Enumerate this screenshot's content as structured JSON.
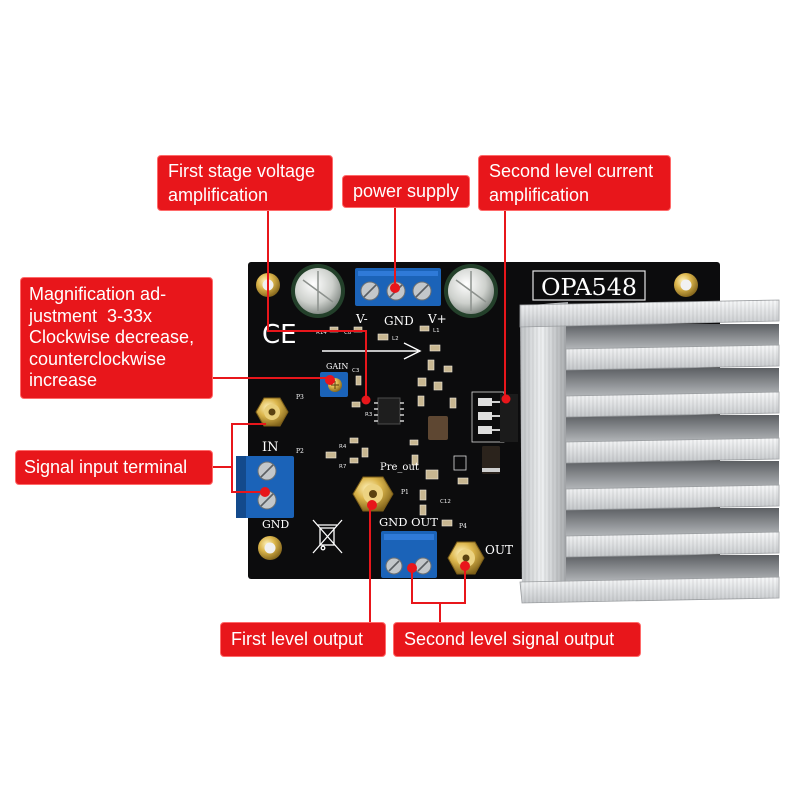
{
  "colors": {
    "callout_red": "#e8161b",
    "callout_text": "#ffffff",
    "pcb": "#0c0c0d",
    "terminal_blue": "#1b63b8",
    "silkscreen": "#ffffff"
  },
  "callouts": {
    "first_stage": [
      "First stage voltage",
      "amplification"
    ],
    "power_supply": "power supply",
    "second_level_current": [
      "Second level current",
      "amplification"
    ],
    "magnification": [
      "Magnification ad-",
      "justment  3-33x",
      "Clockwise decrease,",
      "counterclockwise",
      "increase"
    ],
    "signal_input": "Signal input terminal",
    "first_level_output": "First level output",
    "second_level_output": "Second level signal output"
  },
  "board": {
    "chip_label": "OPA548",
    "ce_mark": "CE",
    "power_labels": [
      "V-",
      "GND",
      "V+"
    ],
    "gain_label": "GAIN",
    "in_label": "IN",
    "in_gnd_label": "GND",
    "pre_out_label": "Pre_out",
    "gnd_out_label": "GND OUT",
    "out_label": "OUT",
    "connectors": [
      "P3",
      "P2",
      "P1",
      "P4"
    ],
    "parts": [
      "R14",
      "C8",
      "L2",
      "L1",
      "C3",
      "R3",
      "R4",
      "R7",
      "C12"
    ]
  },
  "icons": {
    "disposal": "crossed-out-bin-icon",
    "direction": "arrow-right-icon",
    "hole": "mounting-hole-icon"
  }
}
